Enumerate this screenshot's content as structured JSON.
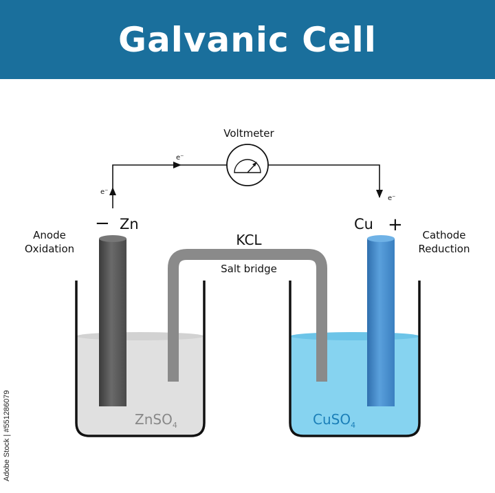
{
  "title": "Galvanic Cell",
  "labels": {
    "voltmeter": "Voltmeter",
    "electron_left_top": "e⁻",
    "electron_left_side": "e⁻",
    "electron_right_side": "e⁻",
    "anode_sign": "−",
    "cathode_sign": "+",
    "anode_metal": "Zn",
    "cathode_metal": "Cu",
    "anode_line1": "Anode",
    "anode_line2": "Oxidation",
    "cathode_line1": "Cathode",
    "cathode_line2": "Reduction",
    "bridge_name": "KCL",
    "bridge_caption": "Salt bridge",
    "left_solution": "ZnSO",
    "left_solution_sub": "4",
    "right_solution": "CuSO",
    "right_solution_sub": "4"
  },
  "watermark": "Adobe Stock | #551286079",
  "colors": {
    "header": "#1a6f9c",
    "zinc": "#555555",
    "copper": "#3f86c4",
    "left_liquid": "#dedede",
    "right_liquid": "#7fd0ef",
    "bridge": "#8a8a8a"
  }
}
